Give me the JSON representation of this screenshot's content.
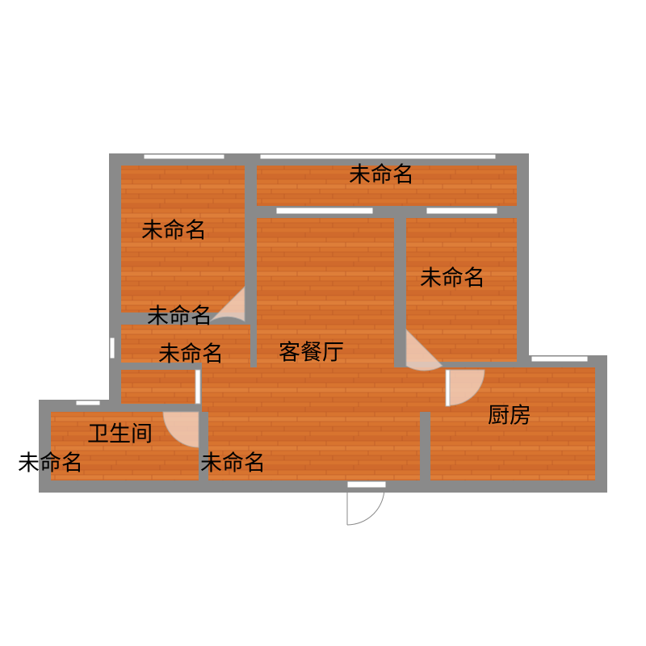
{
  "floor_plan": {
    "colors": {
      "wall": "#8a8a8a",
      "floor_base": "#d8742f",
      "floor_dark": "#c9632a",
      "floor_light": "#e48a45",
      "plank_seam": "#b85624",
      "window": "#ffffff",
      "door_arc_fill": "#f3d3c2",
      "label": "#000000"
    },
    "rooms": [
      {
        "key": "top_left_bedroom",
        "label": "未命名"
      },
      {
        "key": "north_balcony",
        "label": "未命名"
      },
      {
        "key": "right_bedroom",
        "label": "未命名"
      },
      {
        "key": "small_room_upper",
        "label": "未命名"
      },
      {
        "key": "small_room_lower",
        "label": "未命名"
      },
      {
        "key": "living_dining",
        "label": "客餐厅"
      },
      {
        "key": "kitchen",
        "label": "厨房"
      },
      {
        "key": "bathroom",
        "label": "卫生间"
      },
      {
        "key": "bath_balcony",
        "label": "未命名"
      },
      {
        "key": "entry_hall",
        "label": "未命名"
      }
    ]
  }
}
